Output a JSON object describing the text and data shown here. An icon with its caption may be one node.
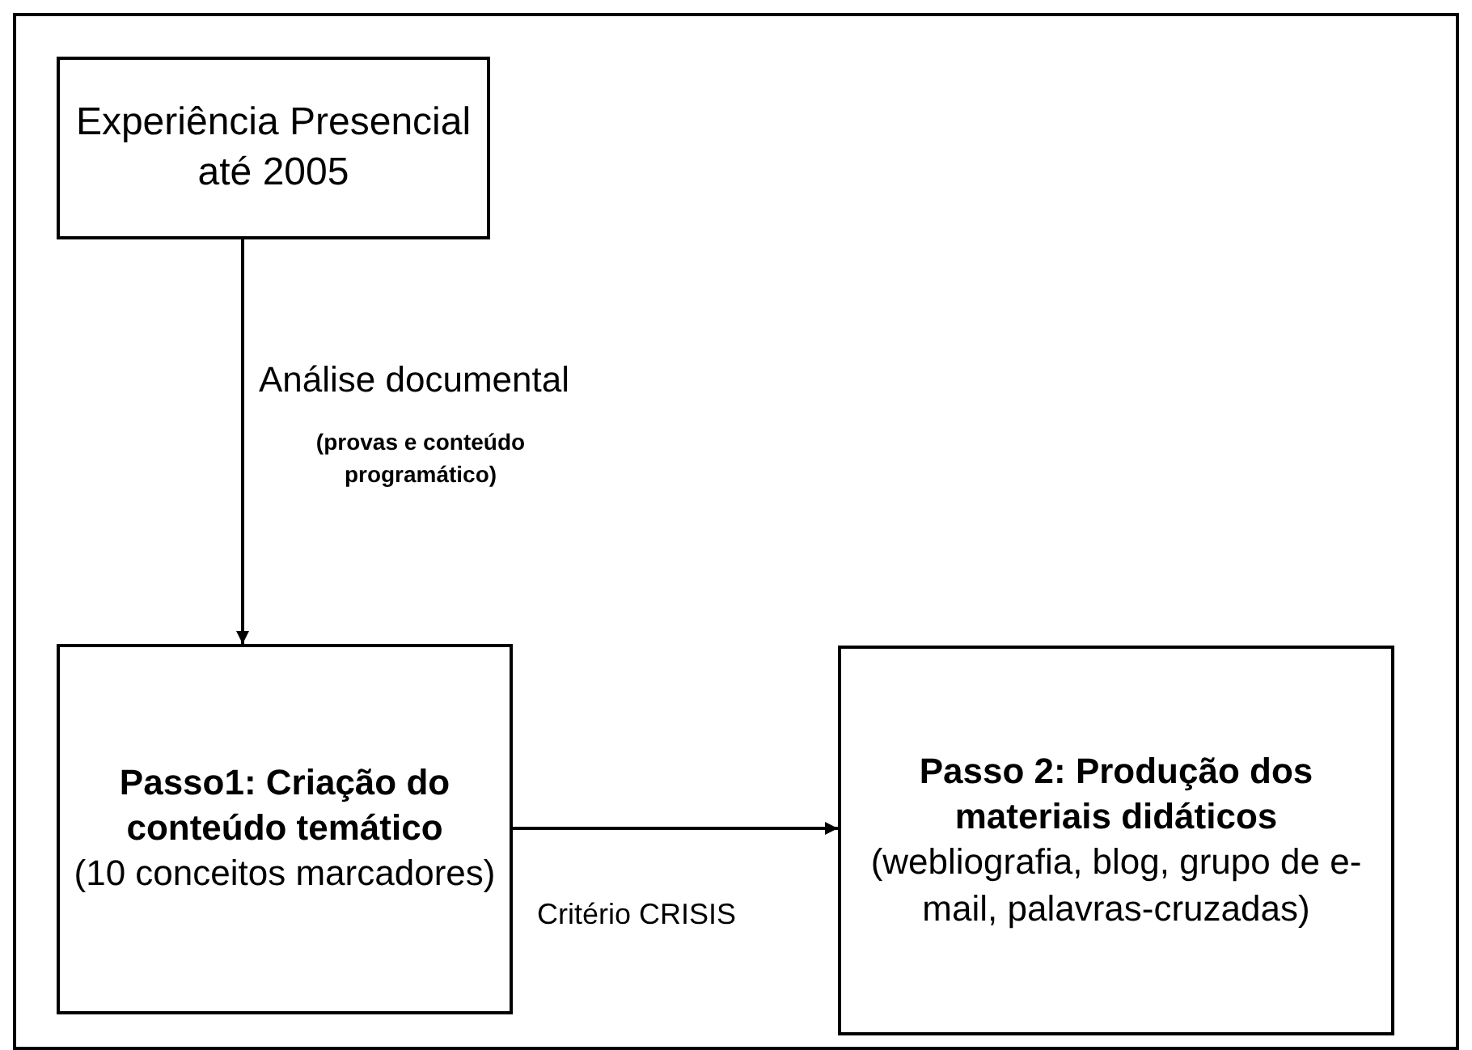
{
  "diagram": {
    "nodes": [
      {
        "text": [
          "Experiência Presencial até 2005"
        ]
      },
      {
        "text": [
          "Passo1: Criação do conteúdo temático",
          "(10 conceitos marcadores)"
        ]
      },
      {
        "text": [
          "Passo 2: Produção dos materiais didáticos",
          "(webliografia, blog, grupo de e-mail, palavras-cruzadas)"
        ]
      }
    ],
    "edges": [
      {
        "from": 0,
        "to": 1,
        "arrow": "to",
        "label": "Análise documental"
      },
      {
        "from": 1,
        "to": 2,
        "arrow": "to",
        "label": "Critério CRISIS"
      }
    ],
    "labels": [
      "(provas e conteúdo programático)"
    ]
  }
}
